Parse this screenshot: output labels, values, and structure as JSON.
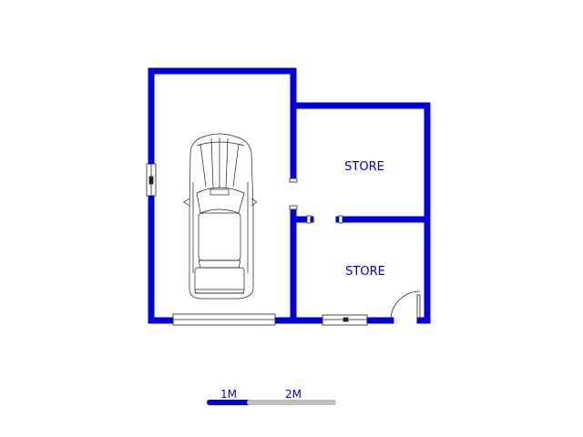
{
  "rooms": [
    {
      "label": "STORE"
    },
    {
      "label": "STORE"
    }
  ],
  "scale_bar": {
    "labels": [
      "1M",
      "2M"
    ]
  },
  "colors": {
    "wall": "#0000dd",
    "label": "#0000cc",
    "scale_active": "#0000dd",
    "scale_inactive": "#c0c0c0",
    "outline": "#222222"
  },
  "icons": {
    "vehicle": "car-icon"
  }
}
